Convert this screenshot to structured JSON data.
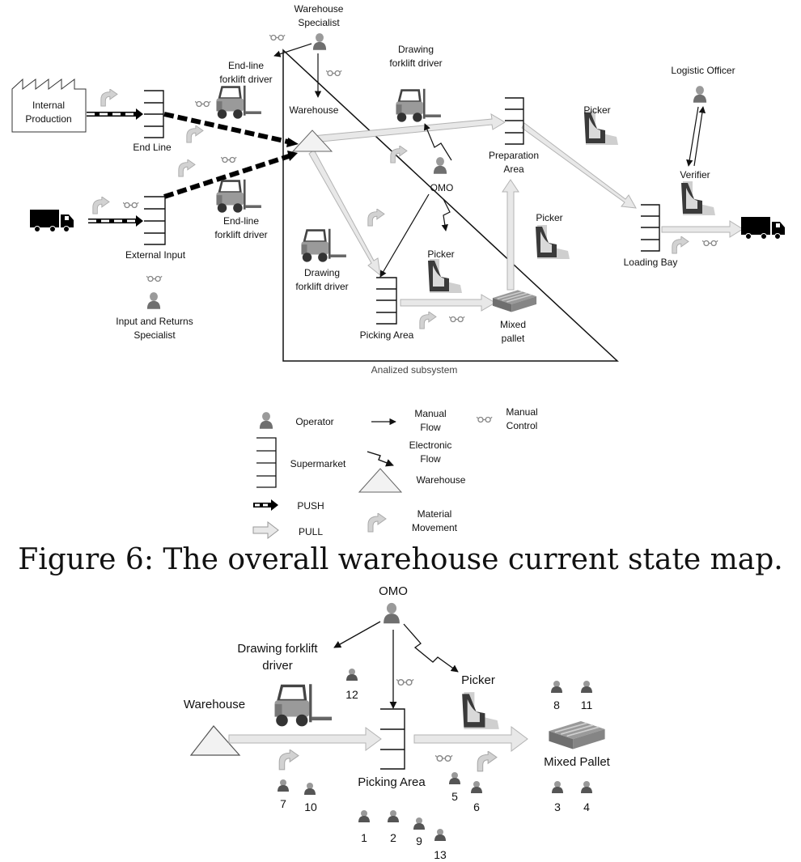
{
  "map": {
    "warehouse_specialist": [
      "Warehouse",
      "Specialist"
    ],
    "internal_production": [
      "Internal",
      "Production"
    ],
    "end_line": "End Line",
    "endline_driver_top": [
      "End-line",
      "forklift driver"
    ],
    "endline_driver_bottom": [
      "End-line",
      "forklift driver"
    ],
    "warehouse": "Warehouse",
    "drawing_driver_top": [
      "Drawing",
      "forklift driver"
    ],
    "drawing_driver_left": [
      "Drawing",
      "forklift driver"
    ],
    "external_input": "External Input",
    "input_returns": [
      "Input and Returns",
      "Specialist"
    ],
    "omo": "OMO",
    "picker_top": "Picker",
    "picker_mid": "Picker",
    "picker_low": "Picker",
    "preparation_area": [
      "Preparation",
      "Area"
    ],
    "picking_area": "Picking Area",
    "mixed_pallet": [
      "Mixed",
      "pallet"
    ],
    "logistic_officer": "Logistic Officer",
    "verifier": "Verifier",
    "loading_bay": "Loading Bay",
    "subsystem": "Analized subsystem"
  },
  "legend": {
    "operator": "Operator",
    "manual_flow": [
      "Manual",
      "Flow"
    ],
    "manual_control": [
      "Manual",
      "Control"
    ],
    "electronic_flow": [
      "Electronic",
      "Flow"
    ],
    "supermarket": "Supermarket",
    "warehouse": "Warehouse",
    "push": "PUSH",
    "pull": "PULL",
    "material_movement": [
      "Material",
      "Movement"
    ]
  },
  "caption": "Figure 6: The overall warehouse current state map.",
  "sub": {
    "omo": "OMO",
    "drawing_driver": [
      "Drawing forklift",
      "driver"
    ],
    "warehouse": "Warehouse",
    "picker": "Picker",
    "picking_area": "Picking Area",
    "mixed_pallet": "Mixed Pallet",
    "numbers": [
      "12",
      "8",
      "11",
      "7",
      "10",
      "5",
      "6",
      "3",
      "4",
      "1",
      "2",
      "9",
      "13"
    ]
  },
  "colors": {
    "line": "#111111",
    "pull_fill": "#e6e6e6",
    "pull_stroke": "#b0b0b0",
    "icon": "#8a8a8a"
  }
}
